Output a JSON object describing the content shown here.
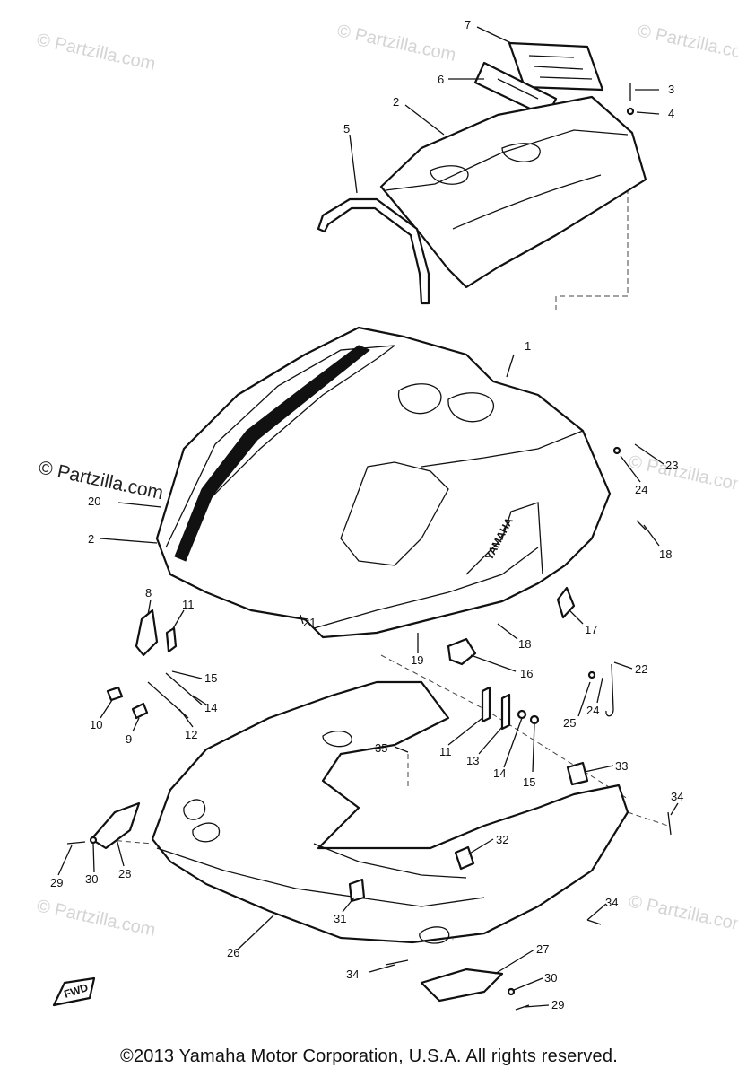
{
  "watermark": "© Partzilla.com",
  "brand_decal": "YAMAHA",
  "fwd_marker": "FWD",
  "copyright": "©2013 Yamaha Motor Corporation, U.S.A. All rights reserved.",
  "callouts": [
    "1",
    "2",
    "2",
    "3",
    "4",
    "5",
    "6",
    "7",
    "8",
    "9",
    "10",
    "11",
    "11",
    "12",
    "13",
    "14",
    "14",
    "15",
    "15",
    "16",
    "17",
    "18",
    "18",
    "19",
    "20",
    "21",
    "22",
    "23",
    "24",
    "24",
    "25",
    "26",
    "27",
    "28",
    "29",
    "29",
    "30",
    "30",
    "31",
    "32",
    "33",
    "34",
    "34",
    "34",
    "35"
  ]
}
